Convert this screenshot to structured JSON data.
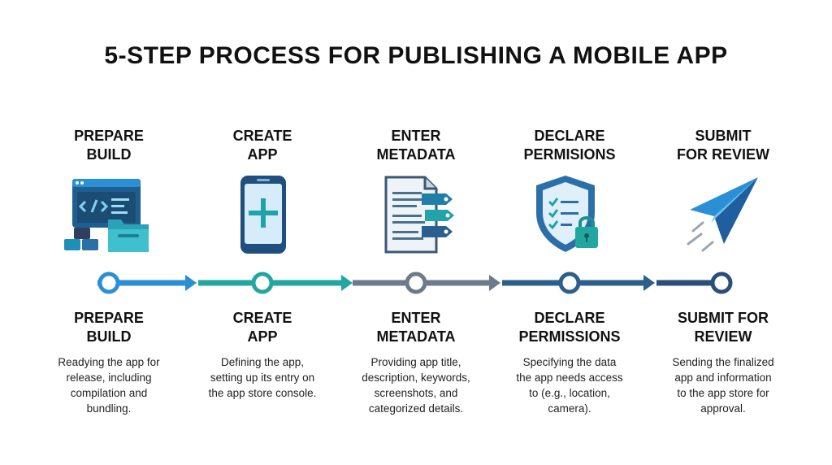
{
  "title": "5-STEP PROCESS FOR PUBLISHING A MOBILE APP",
  "colors": {
    "step1": "#2b8fd6",
    "step2": "#22a6a2",
    "step3": "#6b7b8c",
    "step4": "#2d5f8b",
    "step5": "#2a4f7a"
  },
  "steps": [
    {
      "top_label": [
        "PREPARE",
        "BUILD"
      ],
      "bottom_label": [
        "PREPARE",
        "BUILD"
      ],
      "description": [
        "Readying the app for",
        "release, including",
        "compilation and",
        "bundling."
      ],
      "icon": "code-folder-icon"
    },
    {
      "top_label": [
        "CREATE",
        "APP"
      ],
      "bottom_label": [
        "CREATE",
        "APP"
      ],
      "description": [
        "Defining the app,",
        "setting up its entry on",
        "the app store console."
      ],
      "icon": "phone-plus-icon"
    },
    {
      "top_label": [
        "ENTER",
        "METADATA"
      ],
      "bottom_label": [
        "ENTER",
        "METADATA"
      ],
      "description": [
        "Providing app title,",
        "description, keywords,",
        "screenshots, and",
        "categorized details."
      ],
      "icon": "document-tags-icon"
    },
    {
      "top_label": [
        "DECLARE",
        "PERMISIONS"
      ],
      "bottom_label": [
        "DECLARE",
        "PERMISSIONS"
      ],
      "description": [
        "Specifying the data",
        "the app needs access",
        "to (e.g., location,",
        "camera)."
      ],
      "icon": "shield-lock-icon"
    },
    {
      "top_label": [
        "SUBMIT",
        "FOR REVIEW"
      ],
      "bottom_label": [
        "SUBMIT FOR",
        "REVIEW"
      ],
      "description": [
        "Sending the finalized",
        "app and information",
        "to the app store for",
        "approval."
      ],
      "icon": "paper-plane-icon"
    }
  ]
}
